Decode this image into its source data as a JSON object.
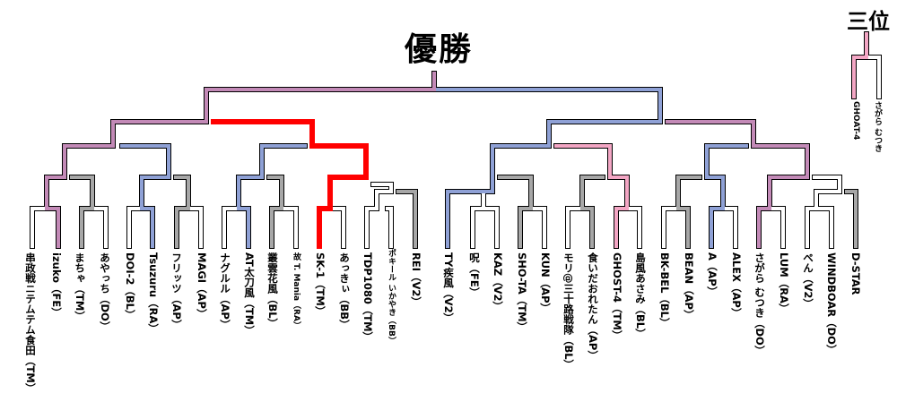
{
  "titles": {
    "champion": "優勝",
    "third": "三位"
  },
  "colors": {
    "red": "#ff0000",
    "purple": "#c38ab7",
    "blue": "#8fa1d6",
    "pink": "#f3a6c4",
    "gray": "#a7a7a7",
    "outline": "#000000",
    "fill": "#ffffff"
  },
  "players": [
    "串政戦ニテムテム食田（TM）",
    "izuko（FE）",
    "まちゃ（TM）",
    "あやっち（DO）",
    "DOI-2（BL）",
    "Tsuzuru（RA）",
    "フリッツ（AP）",
    "MAGI（AP）",
    "ナグルル（AP）",
    "AT太刀風（TM）",
    "叢雲花風（BL）",
    "故 T. Mania（RA）",
    "SK-1（TM）",
    "あっきぃ（BB）",
    "TDP1080（TM）",
    "ポキール いかやき（BB）",
    "REI（V2）",
    "TY疾風（V2）",
    "呪（FE）",
    "KAZ（V2）",
    "SHO-TA（TM）",
    "KUN（AP）",
    "モリ@三十路戦隊（BL）",
    "食いだおれたん（AP）",
    "GHOST-4（TM）",
    "島風あさみ（BL）",
    "BK-BEL（BL）",
    "BEAN（AP）",
    "A（AP）",
    "ALEX（AP）",
    "さがら むつき（DO）",
    "LUM（RA）",
    "ぺん（V2）",
    "WINDBOAR（DO）",
    "D-STAR"
  ],
  "third_place": [
    "GHOAT-4",
    "さがら むつき"
  ]
}
